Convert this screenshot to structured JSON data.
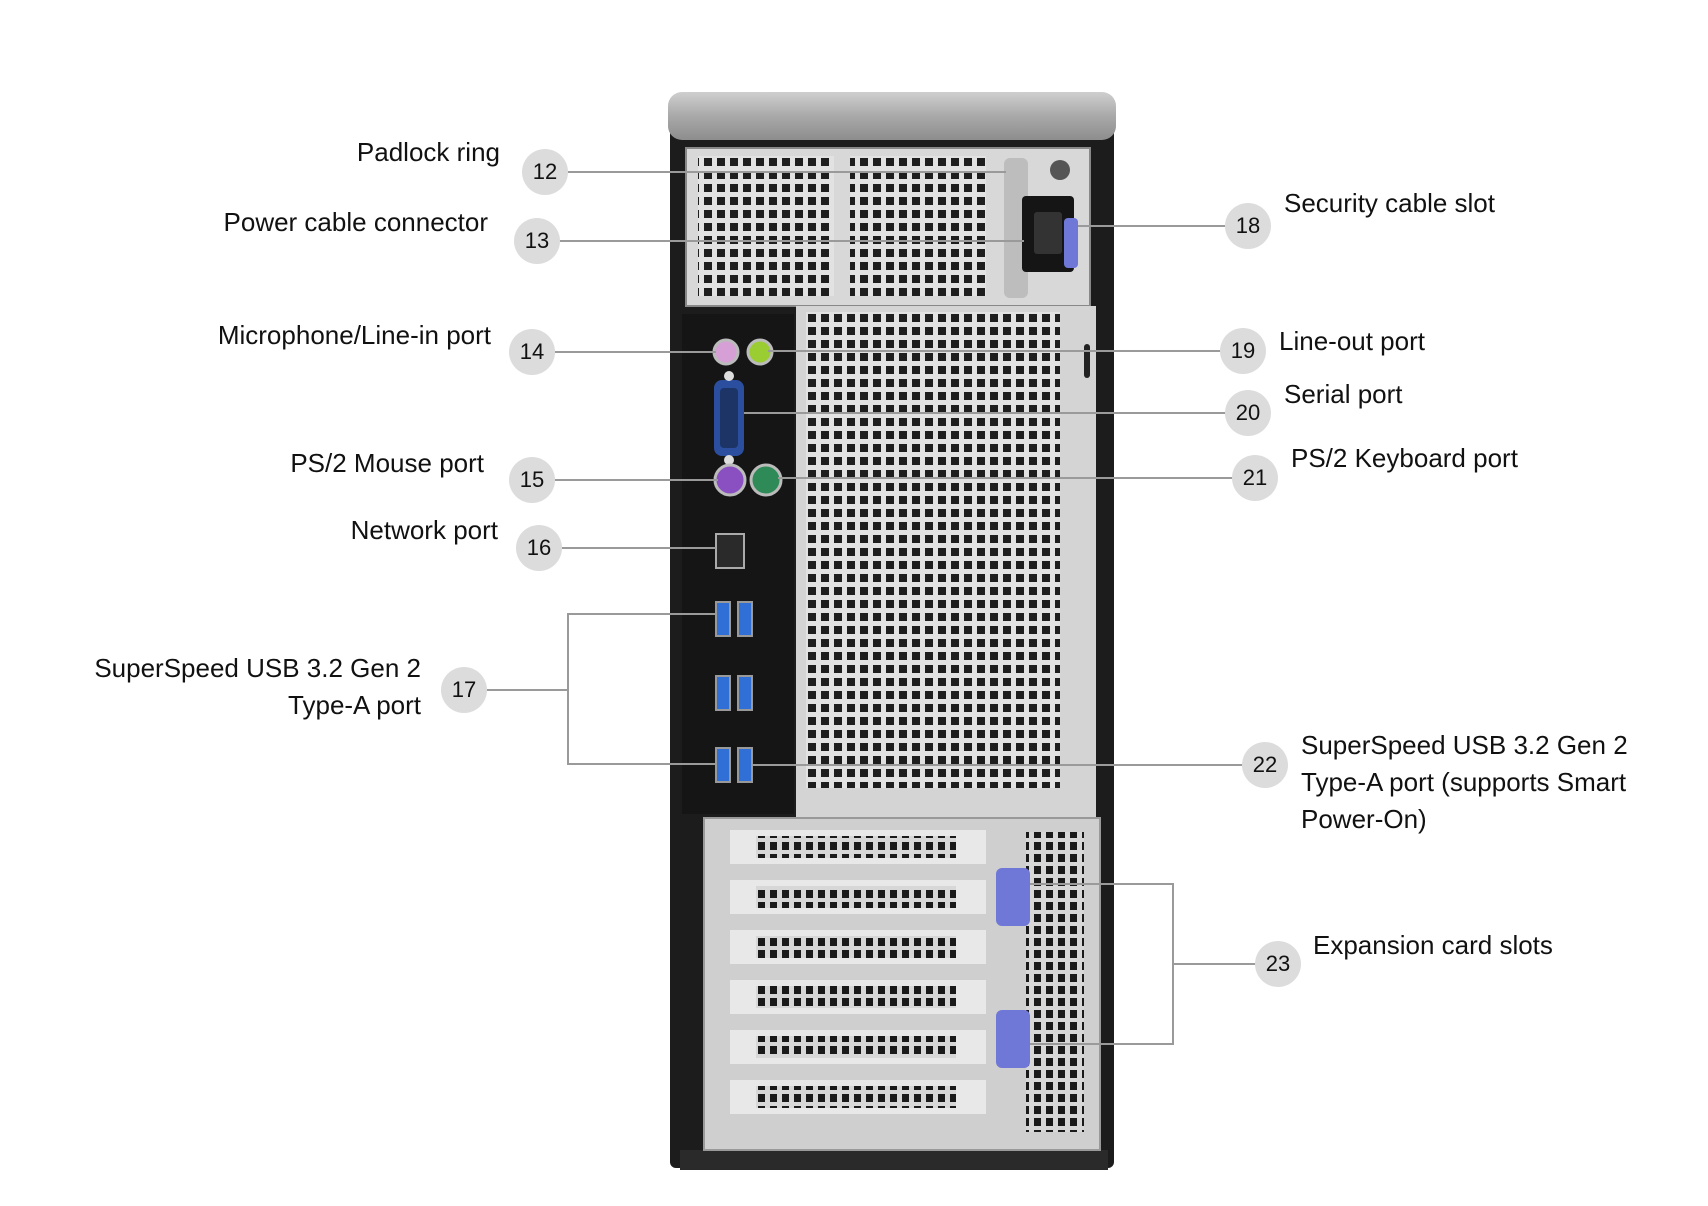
{
  "callouts": [
    {
      "id": "12",
      "number": "12",
      "lines": [
        "Padlock ring"
      ],
      "side": "left"
    },
    {
      "id": "13",
      "number": "13",
      "lines": [
        "Power cable connector"
      ],
      "side": "left"
    },
    {
      "id": "14",
      "number": "14",
      "lines": [
        "Microphone/Line-in port"
      ],
      "side": "left"
    },
    {
      "id": "15",
      "number": "15",
      "lines": [
        "PS/2 Mouse port"
      ],
      "side": "left"
    },
    {
      "id": "16",
      "number": "16",
      "lines": [
        "Network port"
      ],
      "side": "left"
    },
    {
      "id": "17",
      "number": "17",
      "lines": [
        "SuperSpeed USB 3.2 Gen 2",
        "Type-A port"
      ],
      "side": "left"
    },
    {
      "id": "18",
      "number": "18",
      "lines": [
        "Security cable slot"
      ],
      "side": "right"
    },
    {
      "id": "19",
      "number": "19",
      "lines": [
        "Line-out port"
      ],
      "side": "right"
    },
    {
      "id": "20",
      "number": "20",
      "lines": [
        "Serial port"
      ],
      "side": "right"
    },
    {
      "id": "21",
      "number": "21",
      "lines": [
        "PS/2 Keyboard port"
      ],
      "side": "right"
    },
    {
      "id": "22",
      "number": "22",
      "lines": [
        "SuperSpeed USB 3.2 Gen 2",
        "Type-A port (supports Smart",
        "Power-On)"
      ],
      "side": "right"
    },
    {
      "id": "23",
      "number": "23",
      "lines": [
        "Expansion card slots"
      ],
      "side": "right"
    }
  ],
  "colors": {
    "badge": "#dcdcdc",
    "leader": "#9a9a9a",
    "chassis": "#1c1c1c",
    "panel": "#d9dadb",
    "usb_blue": "#2f6fd6",
    "ps2_mouse": "#8a4fc1",
    "ps2_keyboard": "#2e8b57",
    "mic": "#d6a0d6",
    "line_out": "#9acd32",
    "serial": "#2b4f9e",
    "latch": "#6f78d6"
  }
}
